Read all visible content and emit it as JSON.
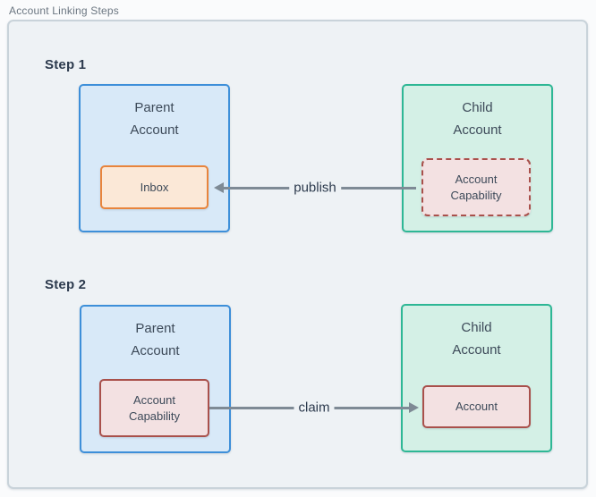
{
  "panel": {
    "label": "Account Linking Steps"
  },
  "steps": [
    {
      "heading": "Step 1",
      "parent": {
        "title_lines": [
          "Parent",
          "Account"
        ],
        "inner": {
          "label": "Inbox"
        }
      },
      "child": {
        "title_lines": [
          "Child",
          "Account"
        ],
        "inner": {
          "label_lines": [
            "Account",
            "Capability"
          ],
          "border_style": "dashed"
        }
      },
      "arrow": {
        "label": "publish",
        "direction": "left"
      }
    },
    {
      "heading": "Step 2",
      "parent": {
        "title_lines": [
          "Parent",
          "Account"
        ],
        "inner": {
          "label_lines": [
            "Account",
            "Capability"
          ],
          "border_style": "solid"
        }
      },
      "child": {
        "title_lines": [
          "Child",
          "Account"
        ],
        "inner": {
          "label": "Account"
        }
      },
      "arrow": {
        "label": "claim",
        "direction": "right"
      }
    }
  ],
  "colors": {
    "panel_bg": "#eef2f5",
    "panel_border": "#c9d3da",
    "panel_label": "#6b7681",
    "heading": "#2c3a4d",
    "text": "#3d4a59",
    "parent_box_bg": "#d8e9f8",
    "parent_box_border": "#3d8fd9",
    "child_box_bg": "#d4f0e6",
    "child_box_border": "#2eb795",
    "inbox_bg": "#fbe8d7",
    "inbox_border": "#e8843c",
    "capability_bg": "#f3e1e2",
    "capability_border": "#a9504b",
    "arrow": "#7e8a95"
  }
}
